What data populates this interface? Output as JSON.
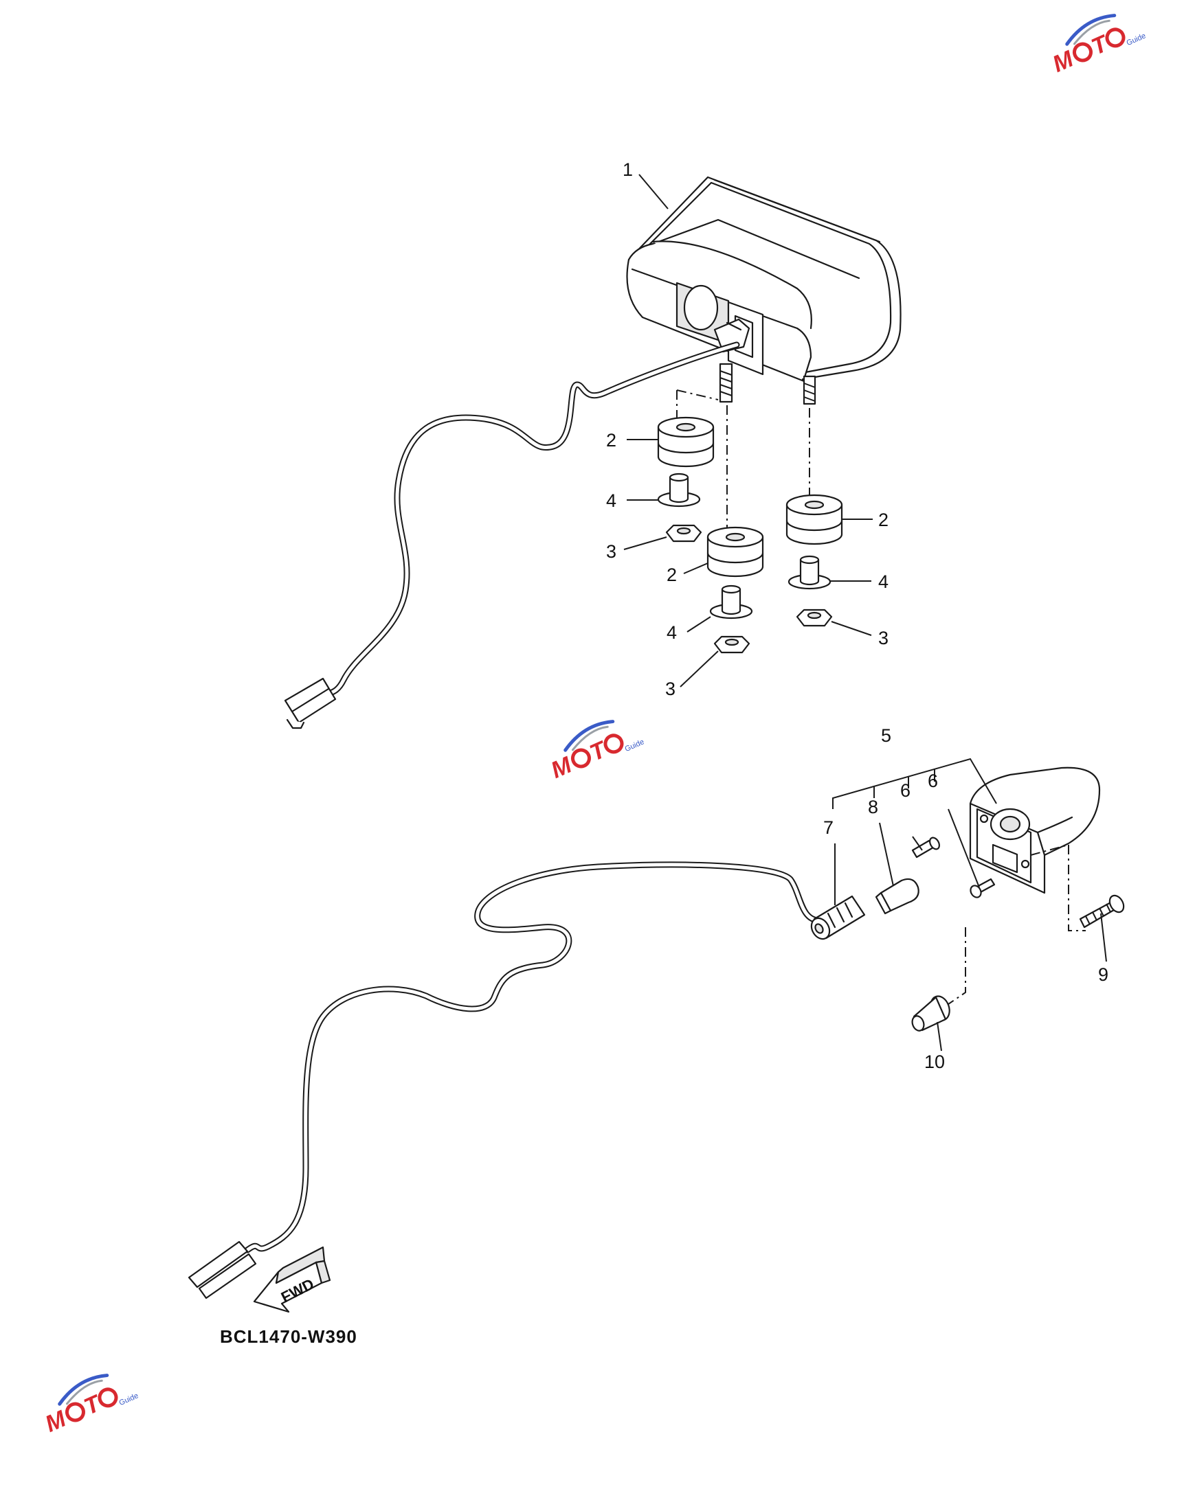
{
  "callouts": {
    "c1": "1",
    "c2a": "2",
    "c2b": "2",
    "c2c": "2",
    "c3a": "3",
    "c3b": "3",
    "c3c": "3",
    "c4a": "4",
    "c4b": "4",
    "c4c": "4",
    "c5": "5",
    "c6a": "6",
    "c6b": "6",
    "c7": "7",
    "c8": "8",
    "c9": "9",
    "c10": "10"
  },
  "fwd_label": "FWD",
  "diagram_code": "BCL1470-W390",
  "watermark": {
    "brand": "MOTO",
    "sub": "Guide",
    "colors": {
      "red": "#d8292f",
      "blue": "#3a5bc7",
      "grey": "#9aa0a6"
    }
  }
}
